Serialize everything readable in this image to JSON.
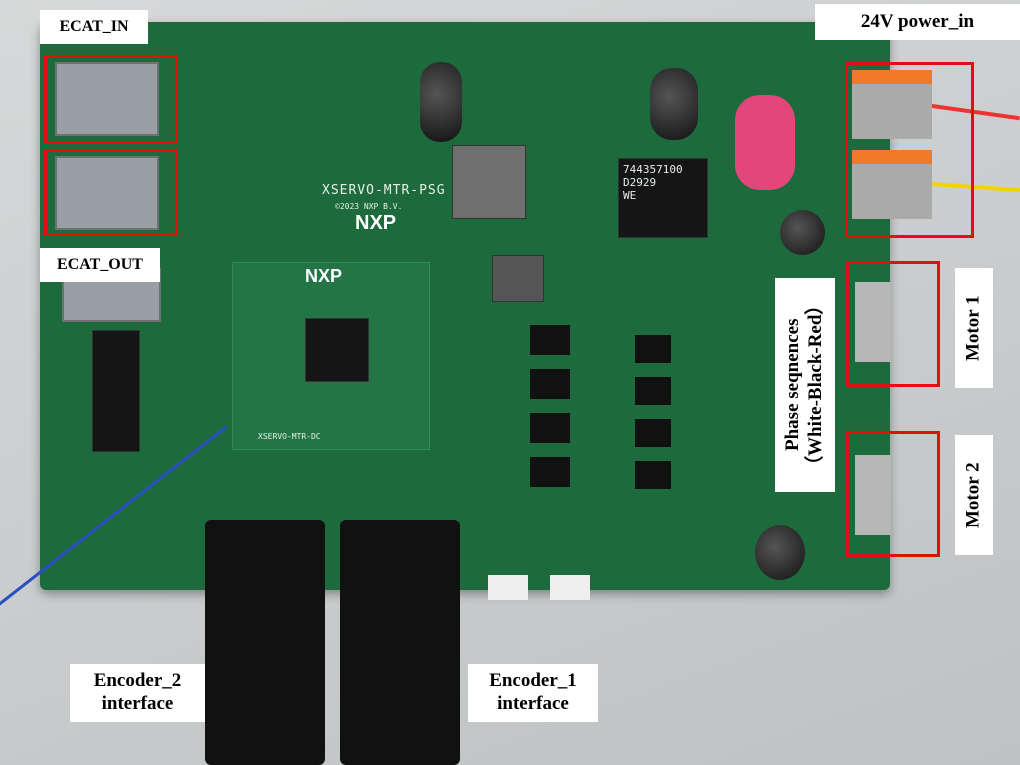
{
  "labels": {
    "ecat_in": "ECAT_IN",
    "ecat_out": "ECAT_OUT",
    "power_in": "24V power_in",
    "motor1": "Motor 1",
    "motor2": "Motor 2",
    "phase_line1": "Phase seqnences",
    "phase_line2": "（White-Black-Red）",
    "encoder2_line1": "Encoder_2",
    "encoder2_line2": "interface",
    "encoder1_line1": "Encoder_1",
    "encoder1_line2": "interface"
  },
  "board": {
    "name": "XSERVO-MTR-PSG",
    "copyright": "©2023 NXP B.V.",
    "logo": "NXP",
    "daughter_name": "XSERVO-MTR-DC",
    "daughter_logo": "NXP",
    "inductor_part": "744357100",
    "inductor_code": "D2929",
    "inductor_brand": "WE"
  },
  "colors": {
    "annotation": "#e01010",
    "pcb": "#1d6b3c"
  }
}
